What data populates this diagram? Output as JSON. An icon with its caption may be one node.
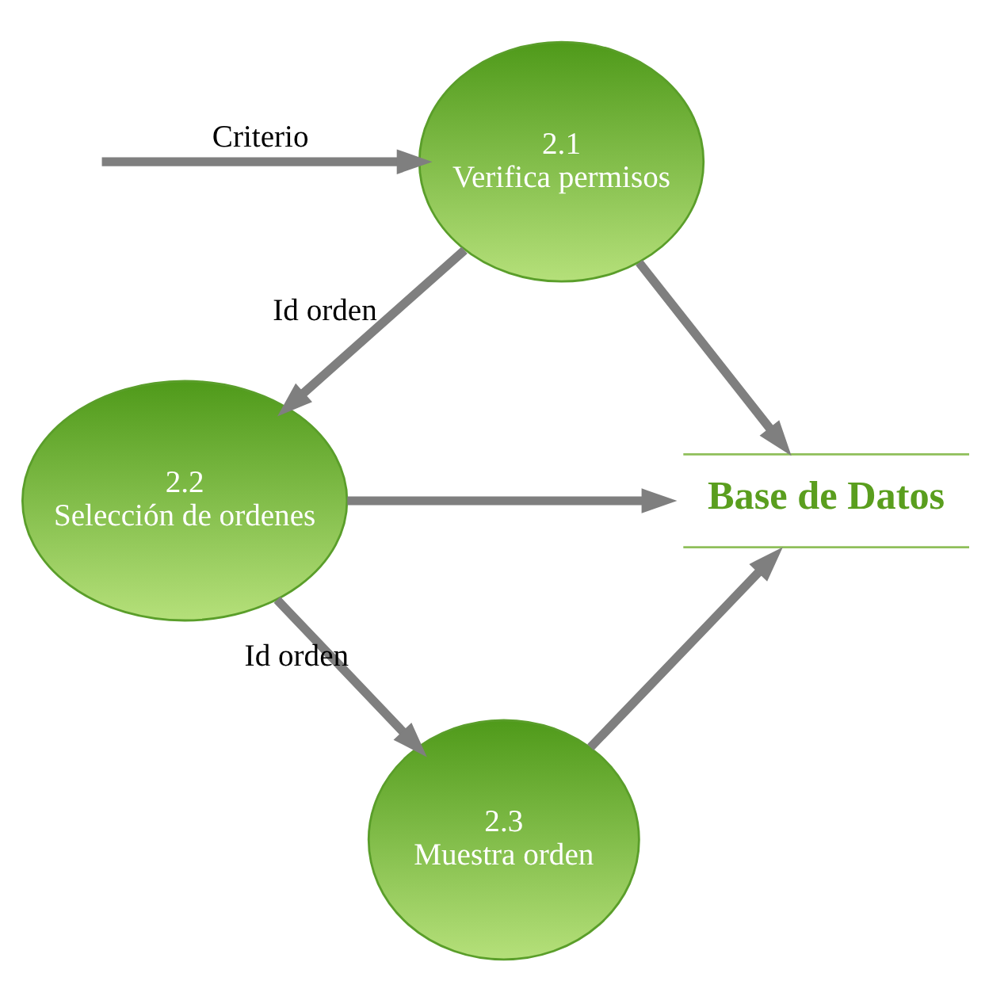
{
  "diagram": {
    "nodes": [
      {
        "text": [
          "2.1",
          "Verifica permisos"
        ]
      },
      {
        "text": [
          "2.2",
          "Selección de ordenes"
        ]
      },
      {
        "text": [
          "2.3",
          "Muestra orden"
        ]
      },
      {
        "text": [
          "Base de Datos"
        ]
      }
    ],
    "edges": [
      {
        "from": null,
        "to": 0,
        "arrow": "to",
        "label": "Criterio"
      },
      {
        "from": 0,
        "to": 1,
        "arrow": "to",
        "label": "Id orden"
      },
      {
        "from": 1,
        "to": 2,
        "arrow": "to",
        "label": "Id orden"
      },
      {
        "from": 0,
        "to": 3,
        "arrow": "to"
      },
      {
        "from": 1,
        "to": 3,
        "arrow": "to"
      },
      {
        "from": 2,
        "to": 3,
        "arrow": "to"
      }
    ]
  }
}
